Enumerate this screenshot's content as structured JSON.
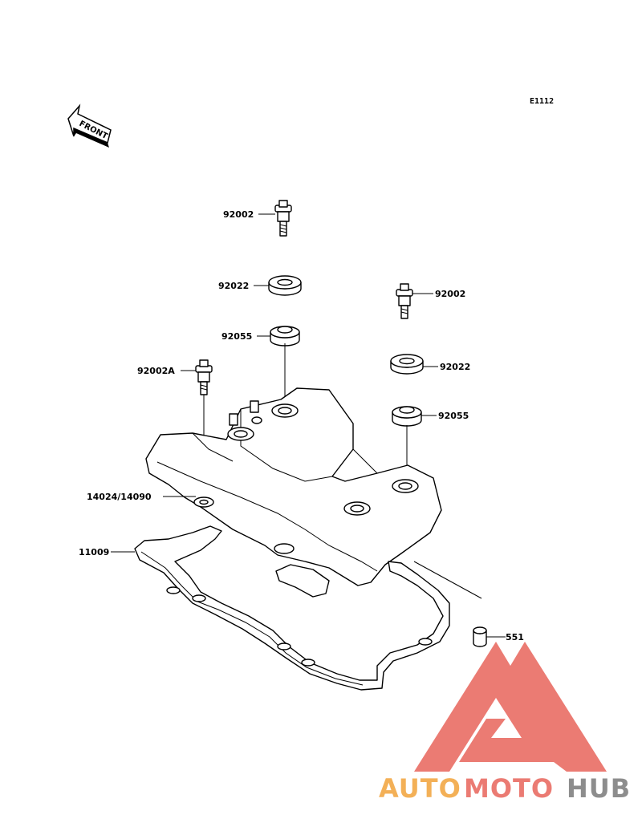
{
  "diagram": {
    "code": "E1112",
    "front_label": "FRONT",
    "callouts": [
      "92002",
      "92022",
      "92055",
      "92002",
      "92022",
      "92055",
      "92002A",
      "14024/14090",
      "11009",
      "551"
    ]
  },
  "watermark": {
    "brand_part1": "AUTO",
    "brand_part2": "MOTO",
    "brand_part3": "HUB",
    "colors": {
      "orange": "#f2a33a",
      "red": "#e8645b",
      "gray": "#7a7a7a"
    }
  }
}
